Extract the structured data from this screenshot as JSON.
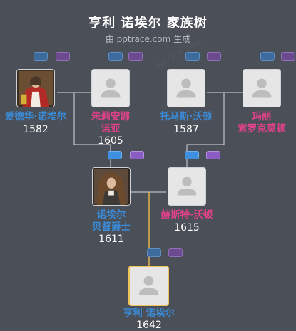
{
  "header": {
    "title": "亨利 诺埃尔 家族树",
    "subtitle": "由 pptrace.com 生成"
  },
  "watermark": "pptrace.com",
  "people": {
    "edward": {
      "name": "爱德华·诺埃尔",
      "year": "1582"
    },
    "juliana": {
      "name_line1": "朱莉安娜",
      "name_line2": "诺亚",
      "year": "1605"
    },
    "thomas": {
      "name": "托马斯·沃顿",
      "year": "1587"
    },
    "mary": {
      "name_line1": "玛丽",
      "name_line2": "索罗克莫顿",
      "year": ""
    },
    "baptist": {
      "name_line1": "诺埃尔",
      "name_line2": "贝督爵士",
      "year": "1611"
    },
    "hester": {
      "name": "赫斯特·沃顿",
      "year": "1615"
    },
    "henry": {
      "name": "亨利 诺埃尔",
      "year": "1642"
    }
  },
  "colors": {
    "background": "#4b4f57",
    "male": "#3a8bd8",
    "female": "#e2428a",
    "focus_border": "#f0c45c",
    "line": "#d9dce0",
    "focus_line": "#e2b24e"
  },
  "icons": {
    "placeholder": "person-silhouette-icon",
    "expand_parents": "parents-button",
    "expand_spouse": "spouse-button"
  }
}
